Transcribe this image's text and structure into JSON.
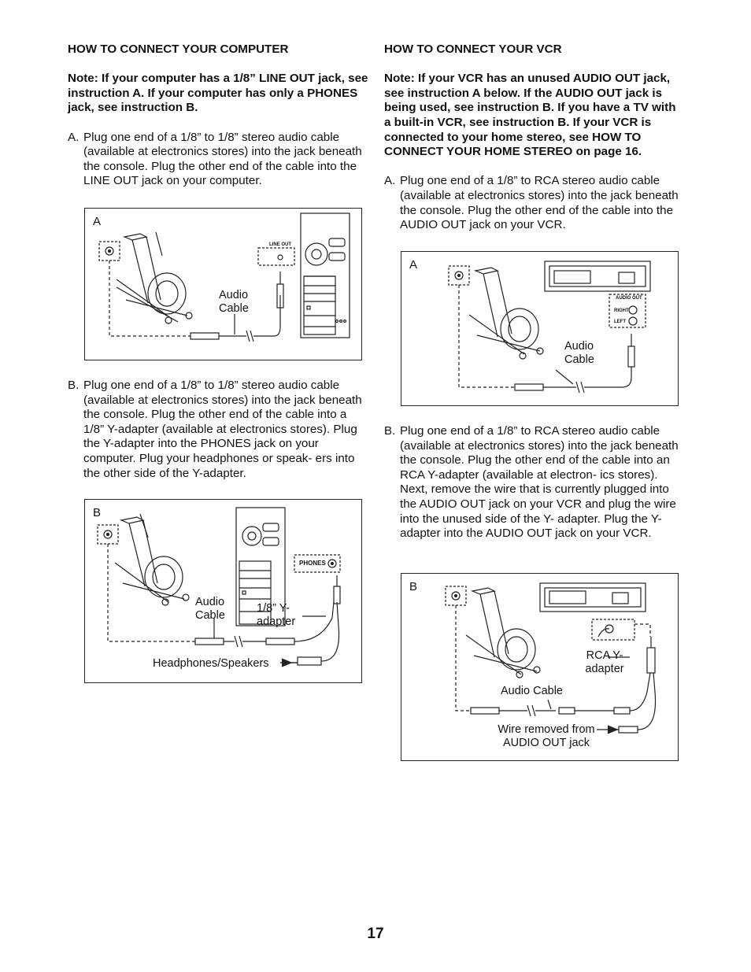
{
  "left": {
    "heading": "HOW TO CONNECT YOUR COMPUTER",
    "note": "Note:  If your computer has a 1/8” LINE OUT jack, see instruction A. If your computer has only a PHONES jack, see instruction B.",
    "step_a": {
      "letter": "A.",
      "text": "Plug one end of a 1/8” to 1/8” stereo audio cable (available at electronics stores) into the jack beneath the console. Plug the other end of the cable into the LINE OUT jack on your computer."
    },
    "fig_a": {
      "letter": "A",
      "jack_label": "LINE OUT",
      "cable_label": "Audio Cable"
    },
    "step_b": {
      "letter": "B.",
      "text": "Plug one end of a 1/8” to 1/8” stereo audio cable (available at electronics stores) into the jack beneath the console. Plug the other end of the cable into a 1/8” Y-adapter (available at electronics stores). Plug the Y-adapter into the PHONES jack on your computer. Plug your headphones or speak- ers into the other side of the Y-adapter."
    },
    "fig_b": {
      "letter": "B",
      "jack_label": "PHONES",
      "cable_label": "Audio Cable",
      "adapter_label": "1/8” Y-adapter",
      "headphones_label": "Headphones/Speakers"
    }
  },
  "right": {
    "heading": "HOW TO CONNECT YOUR VCR",
    "note": "Note: If your VCR has an unused AUDIO OUT jack, see instruction A below. If the AUDIO OUT jack is being used, see instruction B. If you have a TV with a built-in VCR, see instruction B. If your VCR is connected to your home stereo, see HOW TO CONNECT YOUR HOME STEREO on page 16.",
    "step_a": {
      "letter": "A.",
      "text": "Plug one end of a 1/8” to RCA stereo audio cable (available at electronics stores) into the jack beneath the console. Plug the other end of the cable into the AUDIO OUT jack on your VCR."
    },
    "fig_a": {
      "letter": "A",
      "audio_out_label": "AUDIO OUT",
      "right_label": "RIGHT",
      "left_label": "LEFT",
      "cable_label": "Audio Cable"
    },
    "step_b": {
      "letter": "B.",
      "text": "Plug one end of a 1/8” to RCA stereo audio cable (available at electronics stores) into the jack beneath the console. Plug the other end of the cable into an RCA Y-adapter (available at electron- ics stores). Next, remove the wire that is currently plugged into the AUDIO OUT jack on your VCR and plug the wire into the unused side of the Y- adapter. Plug the Y-adapter into the AUDIO OUT jack on your VCR."
    },
    "fig_b": {
      "letter": "B",
      "adapter_label": "RCA Y-adapter",
      "cable_label": "Audio Cable",
      "wire_label": "Wire removed from AUDIO OUT jack"
    }
  },
  "page_number": "17"
}
